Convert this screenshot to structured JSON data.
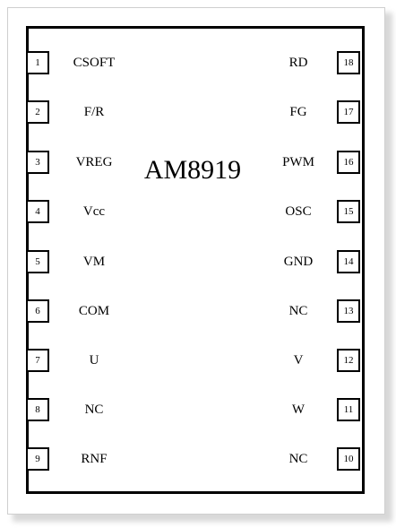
{
  "part_number": "AM8919",
  "left_pins": [
    {
      "number": "1",
      "name": "CSOFT"
    },
    {
      "number": "2",
      "name": "F/R"
    },
    {
      "number": "3",
      "name": "VREG"
    },
    {
      "number": "4",
      "name": "Vcc"
    },
    {
      "number": "5",
      "name": "VM"
    },
    {
      "number": "6",
      "name": "COM"
    },
    {
      "number": "7",
      "name": "U"
    },
    {
      "number": "8",
      "name": "NC"
    },
    {
      "number": "9",
      "name": "RNF"
    }
  ],
  "right_pins": [
    {
      "number": "18",
      "name": "RD"
    },
    {
      "number": "17",
      "name": "FG"
    },
    {
      "number": "16",
      "name": "PWM"
    },
    {
      "number": "15",
      "name": "OSC"
    },
    {
      "number": "14",
      "name": "GND"
    },
    {
      "number": "13",
      "name": "NC"
    },
    {
      "number": "12",
      "name": "V"
    },
    {
      "number": "11",
      "name": "W"
    },
    {
      "number": "10",
      "name": "NC"
    }
  ]
}
